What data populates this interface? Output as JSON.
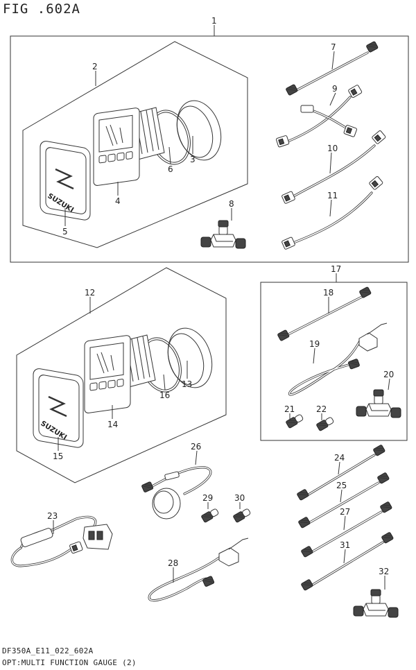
{
  "figure": {
    "title": "FIG .602A",
    "model_code": "DF350A_E11_022_602A",
    "section_title": "OPT:MULTI FUNCTION GAUGE (2)"
  },
  "brand_logo": "SUZUKI",
  "callouts": {
    "c1": "1",
    "c2": "2",
    "c3": "3",
    "c4": "4",
    "c5": "5",
    "c6": "6",
    "c7": "7",
    "c8": "8",
    "c9": "9",
    "c10": "10",
    "c11": "11",
    "c12": "12",
    "c13": "13",
    "c14": "14",
    "c15": "15",
    "c16": "16",
    "c17": "17",
    "c18": "18",
    "c19": "19",
    "c20": "20",
    "c21": "21",
    "c22": "22",
    "c23": "23",
    "c24": "24",
    "c25": "25",
    "c26": "26",
    "c27": "27",
    "c28": "28",
    "c29": "29",
    "c30": "30",
    "c31": "31",
    "c32": "32"
  }
}
